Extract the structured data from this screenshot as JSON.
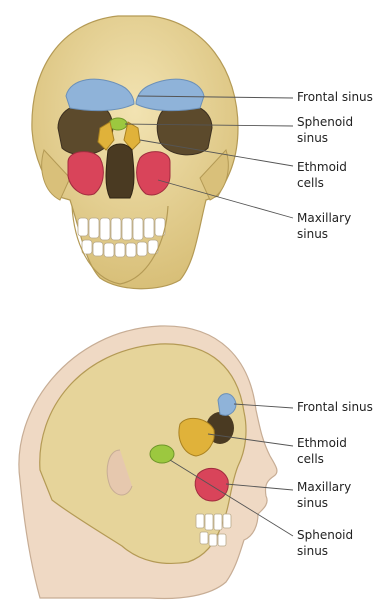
{
  "front_view": {
    "labels": {
      "frontal": "Frontal sinus",
      "sphenoid_1": "Sphenoid",
      "sphenoid_2": "sinus",
      "ethmoid_1": "Ethmoid",
      "ethmoid_2": "cells",
      "maxillary_1": "Maxillary",
      "maxillary_2": "sinus"
    }
  },
  "side_view": {
    "labels": {
      "frontal": "Frontal sinus",
      "ethmoid_1": "Ethmoid",
      "ethmoid_2": "cells",
      "maxillary_1": "Maxillary",
      "maxillary_2": "sinus",
      "sphenoid_1": "Sphenoid",
      "sphenoid_2": "sinus"
    }
  },
  "colors": {
    "bone": "#e6d49a",
    "bone_shadow": "#c9b06a",
    "frontal_sinus": "#8fb3d9",
    "sphenoid_sinus": "#9cc83f",
    "ethmoid_cells": "#e0b23a",
    "maxillary_sinus": "#d9445a",
    "skin": "#efd9c4",
    "leader_line": "#555555"
  }
}
